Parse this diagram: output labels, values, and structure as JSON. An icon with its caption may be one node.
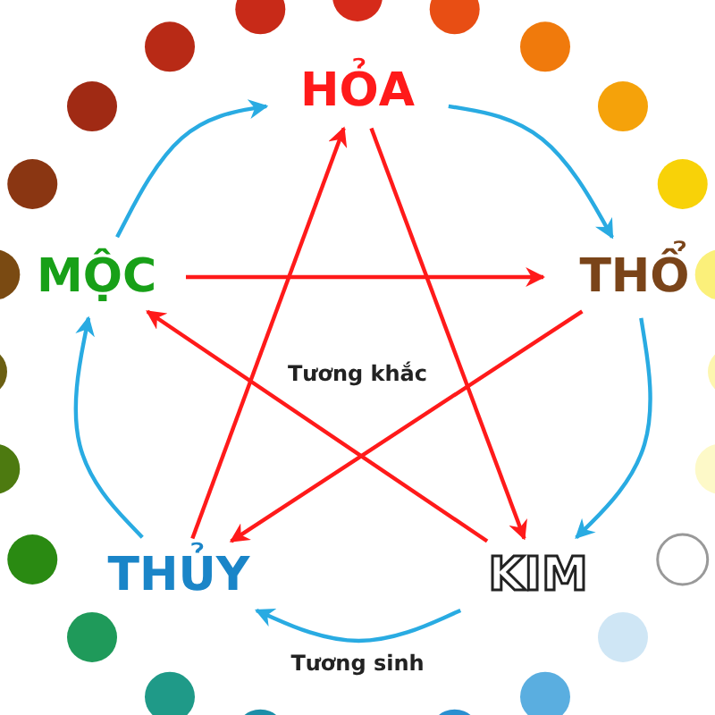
{
  "diagram": {
    "nodes": [
      {
        "text": [
          "HỎA"
        ]
      },
      {
        "text": [
          "THỔ"
        ]
      },
      {
        "text": [
          "KIM"
        ]
      },
      {
        "text": [
          "THỦY"
        ]
      },
      {
        "text": [
          "MỘC"
        ]
      }
    ],
    "edges": [
      {
        "from": 4,
        "to": 0,
        "arrow": "to"
      },
      {
        "from": 0,
        "to": 1,
        "arrow": "to"
      },
      {
        "from": 1,
        "to": 2,
        "arrow": "to"
      },
      {
        "from": 2,
        "to": 3,
        "arrow": "to"
      },
      {
        "from": 3,
        "to": 4,
        "arrow": "to"
      },
      {
        "from": 0,
        "to": 2,
        "arrow": "to",
        "color": "#ff1a1a"
      },
      {
        "from": 2,
        "to": 4,
        "arrow": "to",
        "color": "#ff1a1a"
      },
      {
        "from": 4,
        "to": 1,
        "arrow": "to",
        "color": "#ff1a1a"
      },
      {
        "from": 1,
        "to": 3,
        "arrow": "to",
        "color": "#ff1a1a"
      },
      {
        "from": 3,
        "to": 0,
        "arrow": "to",
        "color": "#ff1a1a"
      }
    ],
    "labels": [
      "Tương khắc",
      "Tương sinh"
    ]
  }
}
